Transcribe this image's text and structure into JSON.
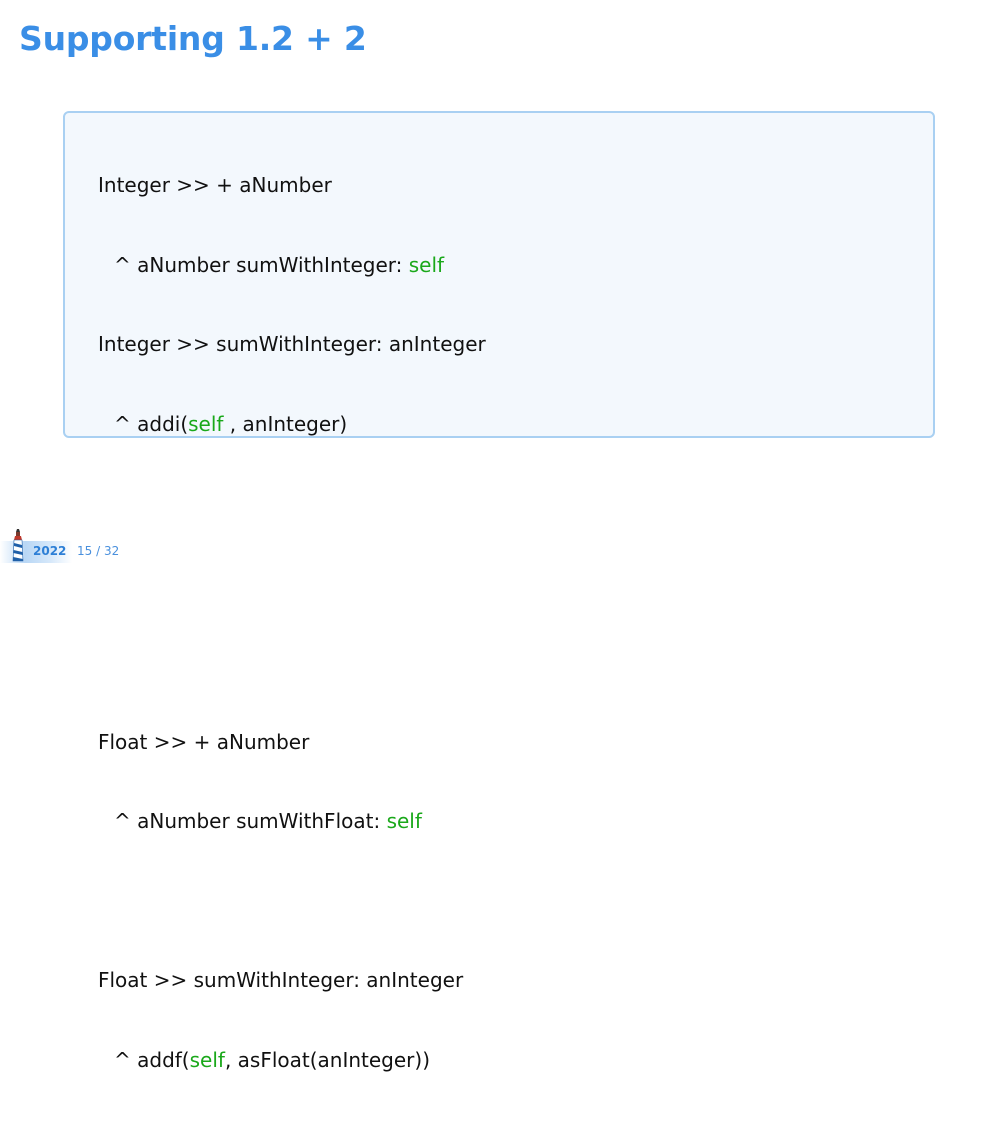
{
  "slide": {
    "title": "Supporting 1.2 + 2"
  },
  "code": {
    "integer_plus_header": "Integer >> + aNumber",
    "integer_plus_body_prefix": "^ aNumber sumWithInteger: ",
    "integer_plus_body_self": "self",
    "integer_sum_header": "Integer >> sumWithInteger: anInteger",
    "integer_sum_body_prefix": "^ addi(",
    "integer_sum_body_self": "self",
    "integer_sum_body_suffix": " , anInteger)",
    "float_plus_header": "Float >> + aNumber",
    "float_plus_body_prefix": "^ aNumber sumWithFloat: ",
    "float_plus_body_self": "self",
    "float_sum_header": "Float >> sumWithInteger: anInteger",
    "float_sum_body_prefix": "^ addf(",
    "float_sum_body_self": "self",
    "float_sum_body_suffix": ", asFloat(anInteger))"
  },
  "footer": {
    "year": "2022",
    "page": "15 / 32"
  },
  "colors": {
    "title": "#3a8ee6",
    "keyword_self": "#1aa81a",
    "box_border": "#a9d0f2",
    "box_background": "#f3f8fd"
  }
}
